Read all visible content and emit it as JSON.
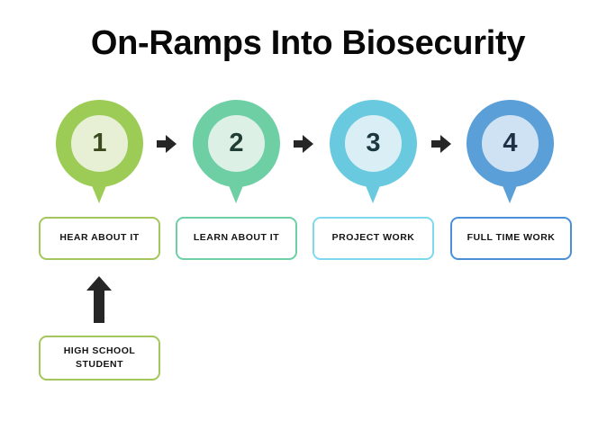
{
  "page": {
    "title": "On-Ramps Into Biosecurity",
    "background": "#ffffff"
  },
  "steps": [
    {
      "number": "1",
      "label": "HEAR ABOUT IT",
      "ring_color": "#9ccc55",
      "fill_color": "#e7f0d4",
      "number_color": "#3a4a1e",
      "box_border_color": "#a3c75c",
      "box_border_width": "2px"
    },
    {
      "number": "2",
      "label": "LEARN ABOUT IT",
      "ring_color": "#6ecfa5",
      "fill_color": "#dcf0e5",
      "number_color": "#1f3d35",
      "box_border_color": "#6ecfa5",
      "box_border_width": "2px"
    },
    {
      "number": "3",
      "label": "PROJECT WORK",
      "ring_color": "#68c9df",
      "fill_color": "#d9eff5",
      "number_color": "#1d3740",
      "box_border_color": "#7ed9ef",
      "box_border_width": "2px"
    },
    {
      "number": "4",
      "label": "FULL TIME WORK",
      "ring_color": "#5a9fd8",
      "fill_color": "#cfe2f3",
      "number_color": "#1e3246",
      "box_border_color": "#4a90d9",
      "box_border_width": "2.5px"
    }
  ],
  "connectors": {
    "step_arrow_icon": "arrow-right-icon",
    "entry_arrow_icon": "arrow-up-icon",
    "arrow_color": "#262626"
  },
  "entry_point": {
    "label": "HIGH SCHOOL\nSTUDENT",
    "border_color": "#a3c75c"
  }
}
